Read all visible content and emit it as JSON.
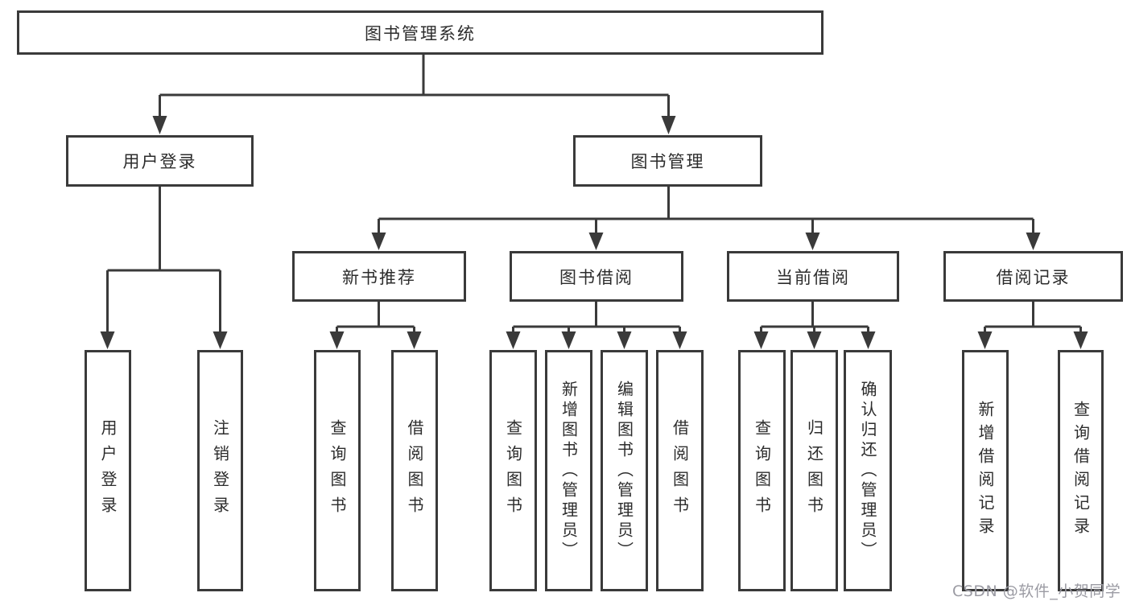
{
  "diagram_title": "图书管理系统",
  "tree": {
    "label": "图书管理系统",
    "children": [
      {
        "label": "用户登录",
        "children": [
          {
            "label": "用户登录"
          },
          {
            "label": "注销登录"
          }
        ]
      },
      {
        "label": "图书管理",
        "children": [
          {
            "label": "新书推荐",
            "children": [
              {
                "label": "查询图书"
              },
              {
                "label": "借阅图书"
              }
            ]
          },
          {
            "label": "图书借阅",
            "children": [
              {
                "label": "查询图书"
              },
              {
                "label": "新增图书（管理员）"
              },
              {
                "label": "编辑图书（管理员）"
              },
              {
                "label": "借阅图书"
              }
            ]
          },
          {
            "label": "当前借阅",
            "children": [
              {
                "label": "查询图书"
              },
              {
                "label": "归还图书"
              },
              {
                "label": "确认归还（管理员）"
              }
            ]
          },
          {
            "label": "借阅记录",
            "children": [
              {
                "label": "新增借阅记录"
              },
              {
                "label": "查询借阅记录"
              }
            ]
          }
        ]
      }
    ]
  },
  "watermark": "CSDN @软件_小贺同学",
  "colors": {
    "line": "#3a3a3a",
    "text": "#2c2c2c",
    "background": "#ffffff",
    "watermark": "#9b9ba3"
  }
}
